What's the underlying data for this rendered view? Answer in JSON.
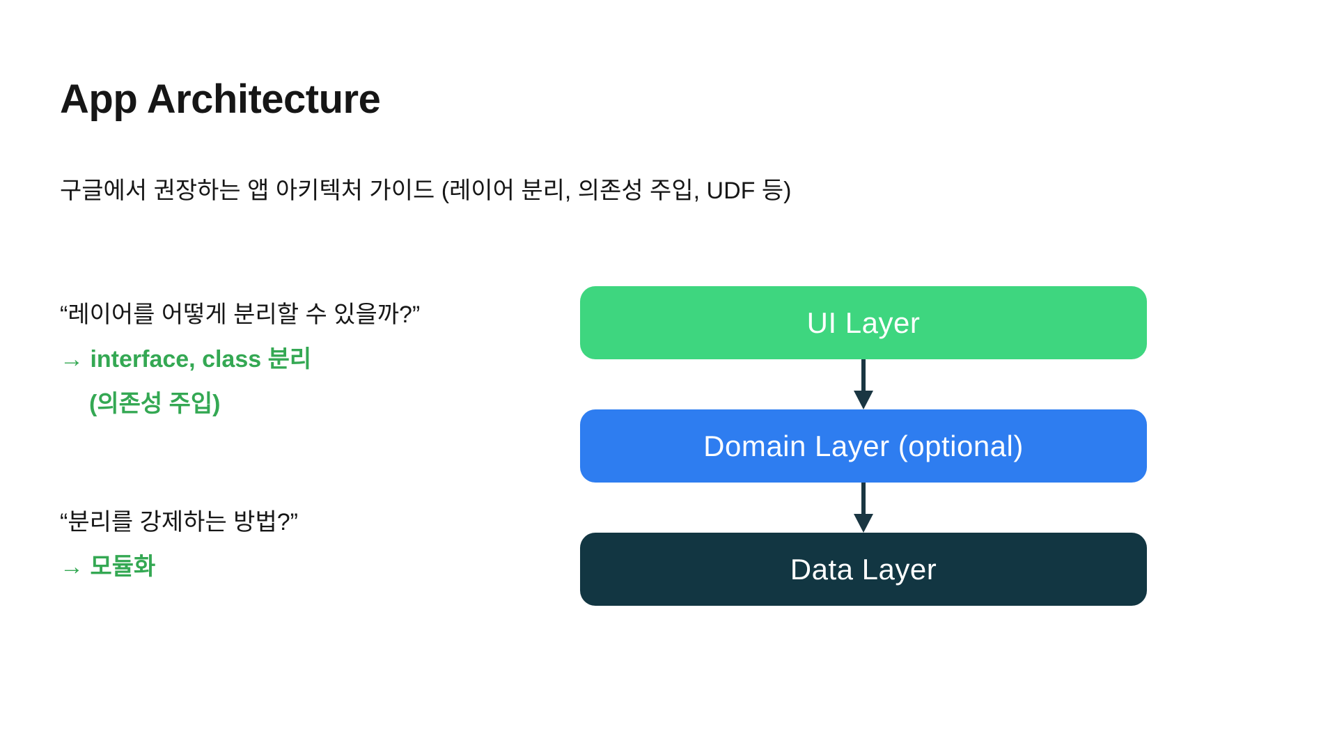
{
  "slide": {
    "title": "App Architecture",
    "subtitle": "구글에서 권장하는 앱 아키텍처 가이드 (레이어 분리, 의존성 주입, UDF 등)",
    "notes": [
      {
        "question": "“레이어를 어떻게 분리할 수 있을까?”",
        "answers": [
          "→ interface, class 분리",
          "(의존성 주입)"
        ]
      },
      {
        "question": "“분리를 강제하는 방법?”",
        "answers": [
          "→ 모듈화"
        ]
      }
    ]
  },
  "diagram": {
    "layers": [
      {
        "label": "UI Layer",
        "bg": "#3ed67f"
      },
      {
        "label": "Domain Layer (optional)",
        "bg": "#2e7df0"
      },
      {
        "label": "Data Layer",
        "bg": "#123642"
      }
    ],
    "arrow_color": "#1a3642"
  },
  "colors": {
    "background": "#ffffff",
    "heading_text": "#161616",
    "body_text": "#161616",
    "accent_green": "#34a853",
    "layer_label_text": "#ffffff"
  }
}
